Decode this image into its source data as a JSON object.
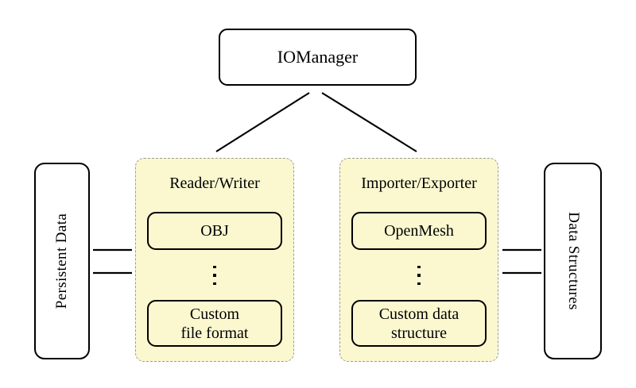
{
  "diagram": {
    "title_node": {
      "label": "IOManager"
    },
    "left_external": {
      "label": "Persistent Data"
    },
    "right_external": {
      "label": "Data Structures"
    },
    "groups": [
      {
        "id": "reader-writer",
        "title": "Reader/Writer",
        "items": [
          {
            "label": "OBJ"
          },
          {
            "label": "Custom\nfile format",
            "line1": "Custom",
            "line2": "file format"
          }
        ],
        "ellipsis": "⋮"
      },
      {
        "id": "importer-exporter",
        "title": "Importer/Exporter",
        "items": [
          {
            "label": "OpenMesh"
          },
          {
            "label": "Custom data\nstructure",
            "line1": "Custom data",
            "line2": "structure"
          }
        ],
        "ellipsis": "⋮"
      }
    ],
    "connections": [
      {
        "name": "iomanager-to-reader-writer",
        "type": "double-headed-diagonal"
      },
      {
        "name": "iomanager-to-importer-exporter",
        "type": "double-headed-diagonal"
      },
      {
        "name": "persistent-data-to-reader-writer",
        "type": "arrow-right"
      },
      {
        "name": "reader-writer-to-persistent-data",
        "type": "arrow-left"
      },
      {
        "name": "data-structures-to-importer-exporter",
        "type": "arrow-left"
      },
      {
        "name": "importer-exporter-to-data-structures",
        "type": "arrow-right"
      }
    ],
    "colors": {
      "panel_fill": "#fbf8d0",
      "panel_border": "#9a9a9a",
      "node_border": "#000000",
      "background": "#ffffff"
    }
  }
}
